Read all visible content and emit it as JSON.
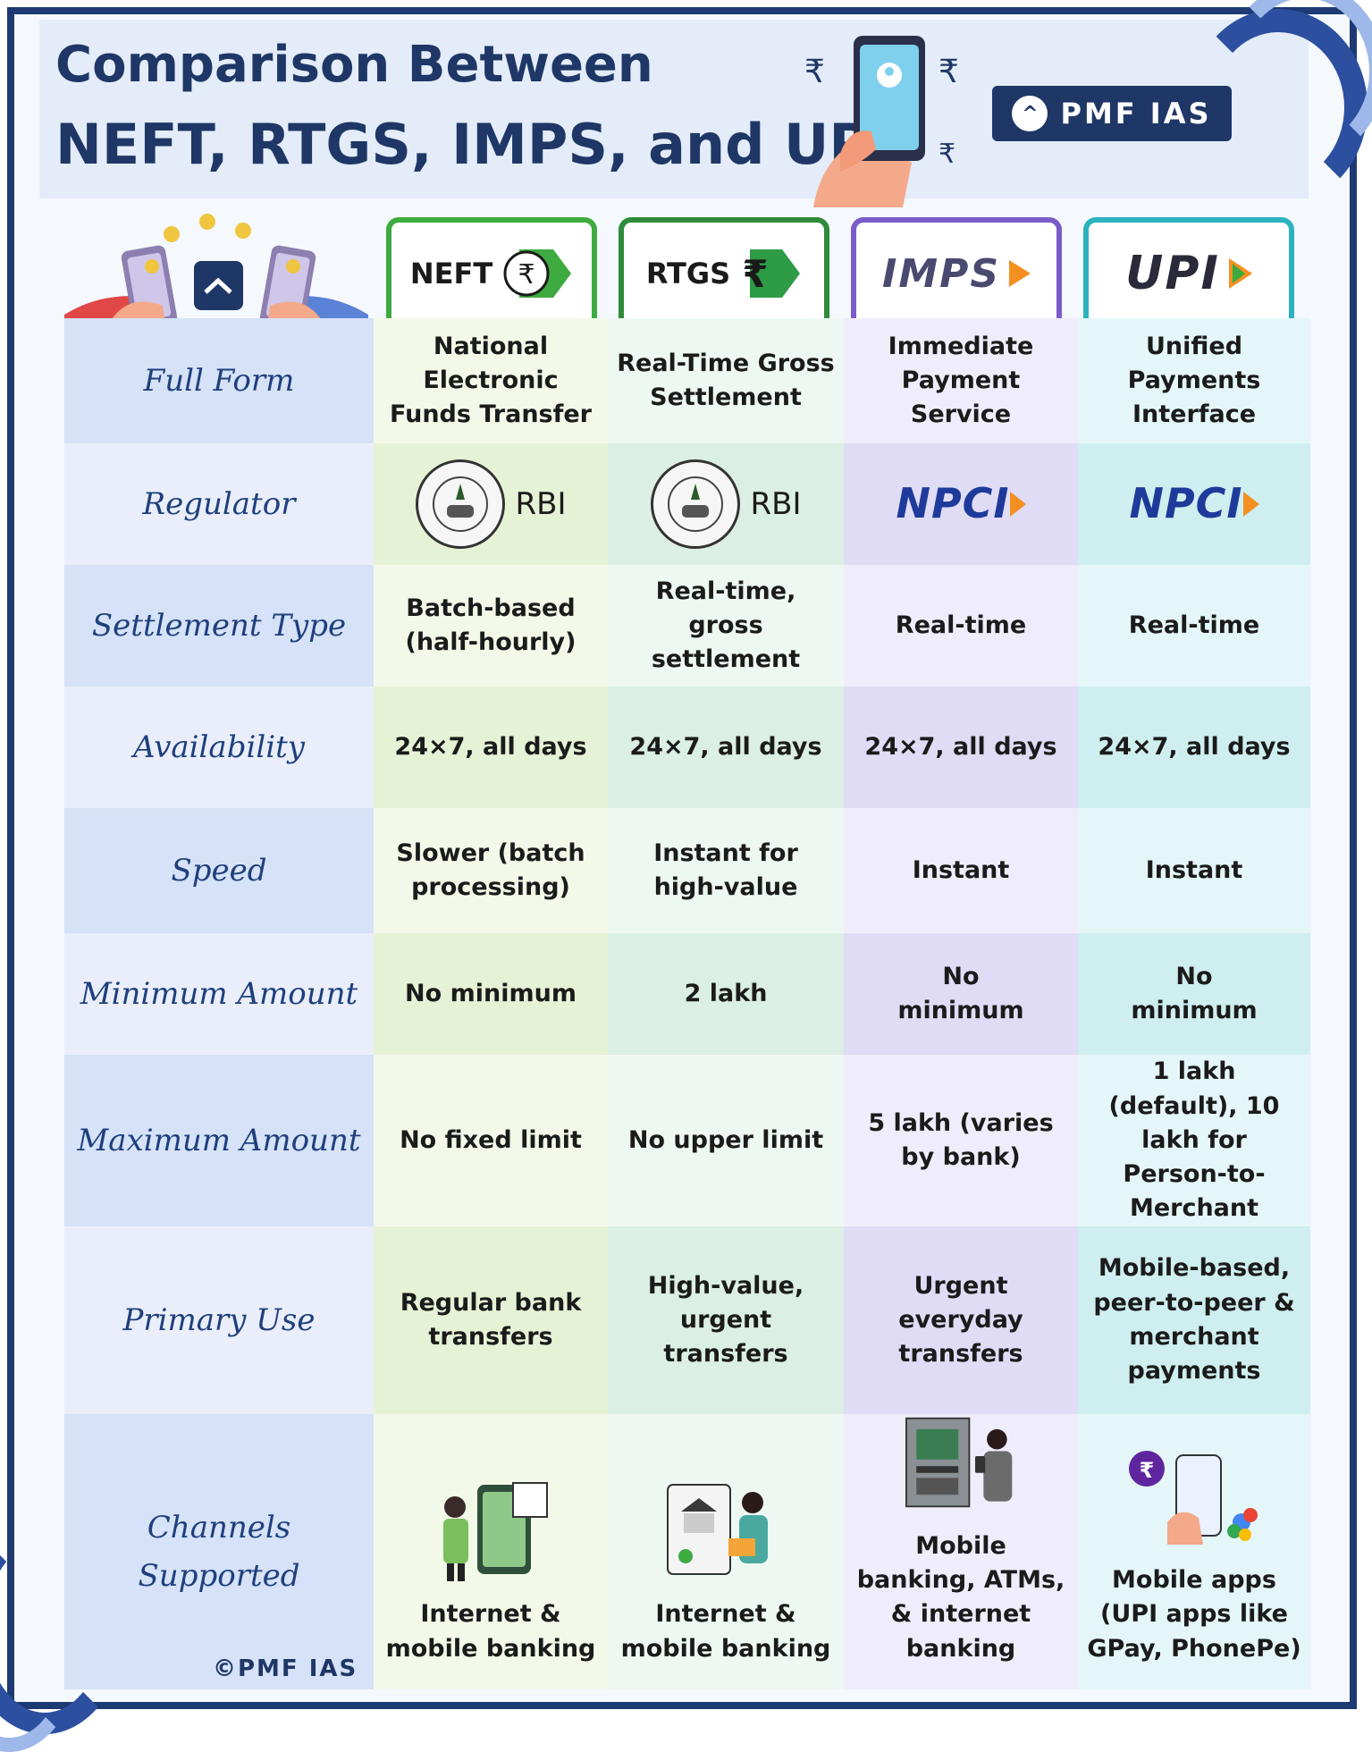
{
  "header": {
    "title_line1": "Comparison Between",
    "title_line2": "NEFT, RTGS, IMPS, and UPI",
    "brand": "PMF IAS"
  },
  "columns": [
    {
      "label": "NEFT",
      "icon": "rupee-arrow-icon",
      "border": "#3dab3f"
    },
    {
      "label": "RTGS",
      "icon": "rupee-arrow-icon",
      "border": "#2e8b3a"
    },
    {
      "label": "IMPS",
      "icon": "imps-logo",
      "border": "#7a5cc9"
    },
    {
      "label": "UPI",
      "icon": "upi-logo",
      "border": "#2bb3c0"
    }
  ],
  "rows": {
    "full_form": {
      "label": "Full Form",
      "cells": [
        "National Electronic Funds Transfer",
        "Real-Time Gross Settlement",
        "Immediate Payment Service",
        "Unified Payments Interface"
      ]
    },
    "regulator": {
      "label": "Regulator",
      "cells": [
        "RBI",
        "RBI",
        "NPCI",
        "NPCI"
      ]
    },
    "settlement": {
      "label": "Settlement Type",
      "cells": [
        "Batch-based (half-hourly)",
        "Real-time, gross settlement",
        "Real-time",
        "Real-time"
      ]
    },
    "availability": {
      "label": "Availability",
      "cells": [
        "24×7, all days",
        "24×7, all days",
        "24×7, all days",
        "24×7, all days"
      ]
    },
    "speed": {
      "label": "Speed",
      "cells": [
        "Slower (batch processing)",
        "Instant for high-value",
        "Instant",
        "Instant"
      ]
    },
    "min_amount": {
      "label": "Minimum Amount",
      "cells": [
        "No minimum",
        "2 lakh",
        "No minimum",
        "No minimum"
      ]
    },
    "max_amount": {
      "label": "Maximum Amount",
      "cells": [
        "No fixed limit",
        "No upper limit",
        "5 lakh (varies by bank)",
        "1 lakh (default), 10 lakh for Person-to-Merchant"
      ]
    },
    "primary_use": {
      "label": "Primary Use",
      "cells": [
        "Regular bank transfers",
        "High-value, urgent transfers",
        "Urgent everyday transfers",
        "Mobile-based, peer-to-peer & merchant payments"
      ]
    },
    "channels": {
      "label": "Channels Supported",
      "cells": [
        "Internet & mobile banking",
        "Internet & mobile banking",
        "Mobile banking, ATMs, & internet banking",
        "Mobile apps (UPI apps like GPay, PhonePe)"
      ]
    }
  },
  "footer": {
    "copyright": "©PMF IAS"
  },
  "colors": {
    "navy": "#1f3766",
    "label_bg_a": "#d5e2f7",
    "label_bg_b": "#e9eefa",
    "neft_a": "#f3f9e8",
    "neft_b": "#e6f2d6",
    "rtgs_a": "#eef8f2",
    "rtgs_b": "#dbefe4",
    "imps_a": "#efedfb",
    "imps_b": "#e0dcf5",
    "upi_a": "#e4f6f8",
    "upi_b": "#cfeef0"
  }
}
